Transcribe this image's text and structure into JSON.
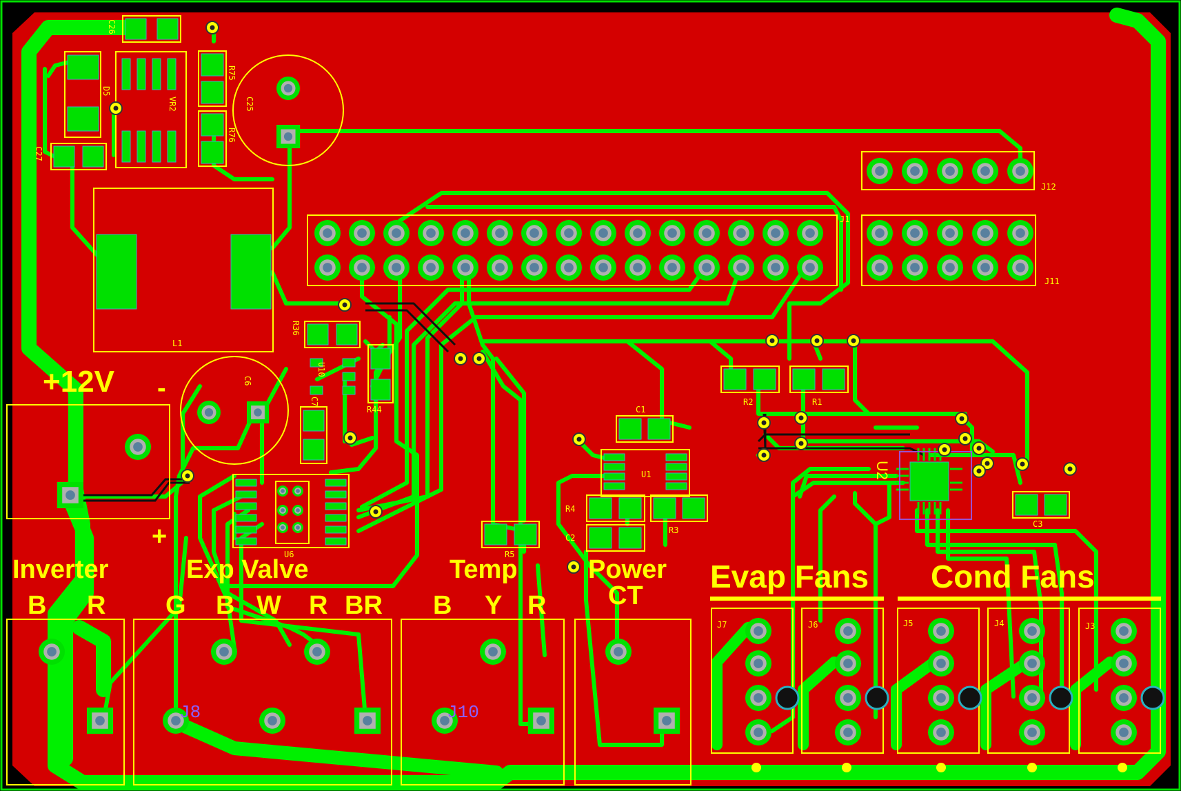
{
  "labels": {
    "power": "+12V",
    "minus": "-",
    "plus": "+",
    "inverter": "Inverter",
    "inverter_b": "B",
    "inverter_r": "R",
    "exp_valve": "Exp Valve",
    "ev_g": "G",
    "ev_b": "B",
    "ev_w": "W",
    "ev_r": "R",
    "ev_br": "BR",
    "temp": "Temp",
    "temp_b": "B",
    "temp_y": "Y",
    "temp_r": "R",
    "power_ct_1": "Power",
    "power_ct_2": "CT",
    "evap_fans": "Evap Fans",
    "cond_fans": "Cond Fans"
  },
  "refs": {
    "c26": "C26",
    "d5": "D5",
    "vr2": "VR2",
    "r75": "R75",
    "r76": "R76",
    "c25": "C25",
    "c27": "C27",
    "l1": "L1",
    "r36": "R36",
    "u10": "U10",
    "r44": "R44",
    "c6": "C6",
    "c7": "C7",
    "u6": "U6",
    "r5": "R5",
    "c1": "C1",
    "u1": "U1",
    "r4": "R4",
    "r3": "R3",
    "c2": "C2",
    "r2": "R2",
    "r1": "R1",
    "u2": "U2",
    "c3": "C3",
    "j11": "J11",
    "j12": "J12",
    "j1": "J1",
    "j3": "J3",
    "j4": "J4",
    "j5": "J5",
    "j6": "J6",
    "j7": "J7",
    "j8": "J8",
    "j10": "J10"
  },
  "colors": {
    "board": "#d40000",
    "copper": "#00f000",
    "silkscreen": "#ffff00",
    "outline": "#00e000",
    "pad_ring": "#a8a8a8",
    "drill": "#5a7ea8",
    "net_label": "#8a60ff"
  }
}
